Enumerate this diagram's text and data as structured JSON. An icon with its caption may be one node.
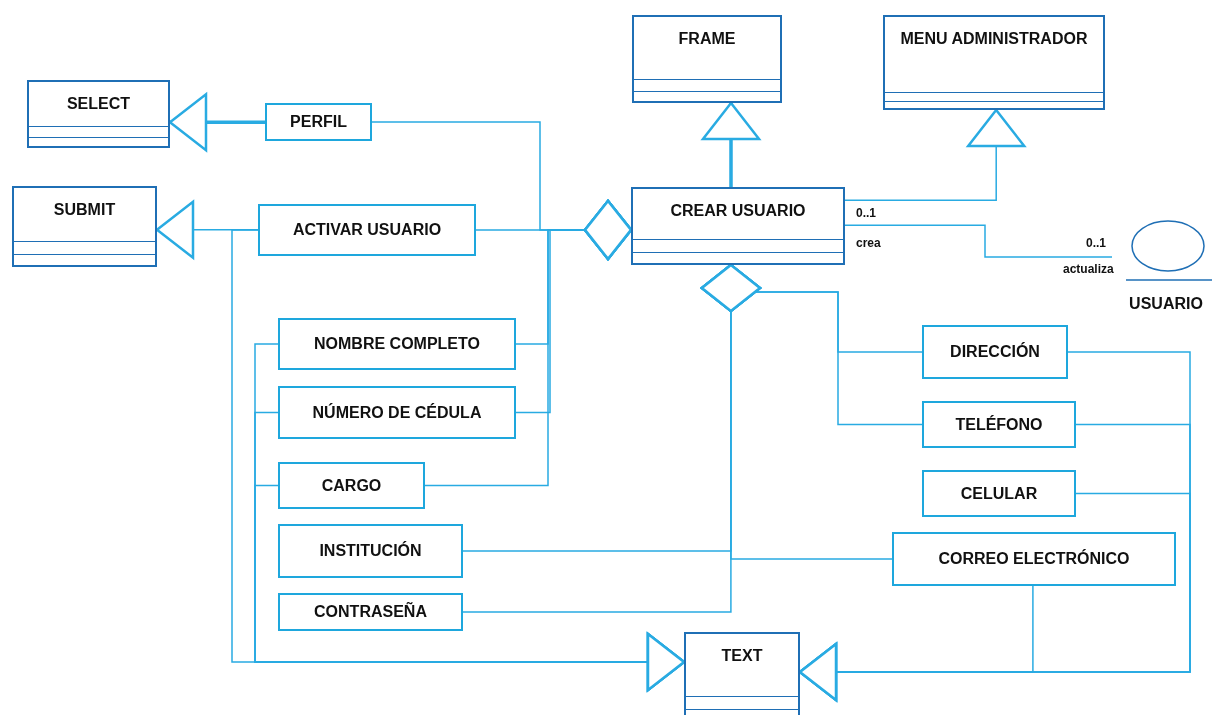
{
  "diagram": {
    "nodes": [
      {
        "text": [
          "SELECT"
        ]
      },
      {
        "text": [
          "FRAME"
        ]
      },
      {
        "text": [
          "MENU ADMINISTRADOR"
        ]
      },
      {
        "text": [
          "SUBMIT"
        ]
      },
      {
        "text": [
          "PERFIL"
        ]
      },
      {
        "text": [
          "ACTIVAR USUARIO"
        ]
      },
      {
        "text": [
          "CREAR USUARIO"
        ]
      },
      {
        "text": [
          "USUARIO"
        ]
      },
      {
        "text": [
          "NOMBRE COMPLETO"
        ]
      },
      {
        "text": [
          "DIRECCIÓN"
        ]
      },
      {
        "text": [
          "NÚMERO DE CÉDULA"
        ]
      },
      {
        "text": [
          "TELÉFONO"
        ]
      },
      {
        "text": [
          "CARGO"
        ]
      },
      {
        "text": [
          "CELULAR"
        ]
      },
      {
        "text": [
          "INSTITUCIÓN"
        ]
      },
      {
        "text": [
          "CORREO ELECTRÓNICO"
        ]
      },
      {
        "text": [
          "CONTRASEÑA"
        ]
      },
      {
        "text": [
          "TEXT"
        ]
      }
    ],
    "edges": [
      {
        "from": 4,
        "to": 0,
        "arrow": "to",
        "style": "thick"
      },
      {
        "from": 5,
        "to": 3,
        "arrow": "to"
      },
      {
        "from": 6,
        "to": 1,
        "arrow": "to",
        "style": "thick"
      },
      {
        "from": 6,
        "to": 2,
        "arrow": "to"
      },
      {
        "from": 6,
        "to": 7,
        "arrow": "none"
      },
      {
        "from": 4,
        "to": 6,
        "arrow": "other"
      },
      {
        "from": 5,
        "to": 6,
        "arrow": "other"
      },
      {
        "from": 8,
        "to": 6,
        "arrow": "other"
      },
      {
        "from": 10,
        "to": 6,
        "arrow": "other"
      },
      {
        "from": 12,
        "to": 6,
        "arrow": "other"
      },
      {
        "from": 9,
        "to": 6,
        "arrow": "other"
      },
      {
        "from": 11,
        "to": 6,
        "arrow": "other"
      },
      {
        "from": 14,
        "to": 6,
        "arrow": "other"
      },
      {
        "from": 15,
        "to": 6,
        "arrow": "other"
      },
      {
        "from": 16,
        "to": 6,
        "arrow": "other"
      },
      {
        "from": 5,
        "to": 17,
        "arrow": "to"
      },
      {
        "from": 8,
        "to": 17,
        "arrow": "to"
      },
      {
        "from": 10,
        "to": 17,
        "arrow": "to"
      },
      {
        "from": 12,
        "to": 17,
        "arrow": "to"
      },
      {
        "from": 9,
        "to": 17,
        "arrow": "to"
      },
      {
        "from": 11,
        "to": 17,
        "arrow": "to"
      },
      {
        "from": 13,
        "to": 17,
        "arrow": "to"
      },
      {
        "from": 15,
        "to": 17,
        "arrow": "to"
      }
    ],
    "labels": [
      "0..1",
      "crea",
      "0..1",
      "actualiza"
    ]
  }
}
